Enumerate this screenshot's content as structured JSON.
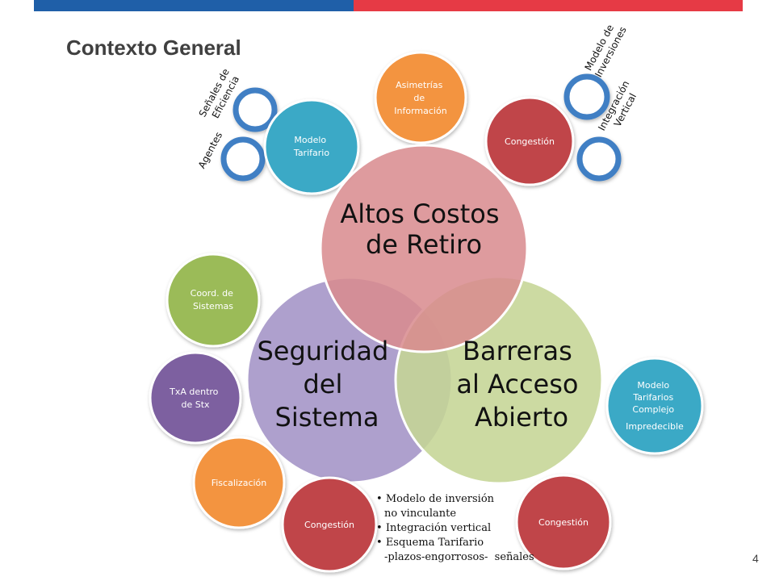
{
  "slide": {
    "title": "Contexto General",
    "page_number": "4"
  },
  "main_circles": {
    "top": [
      "Altos Costos",
      "de Retiro"
    ],
    "right": [
      "Barreras",
      "al Acceso",
      "Abierto"
    ],
    "left": [
      "Seguridad",
      "del",
      "Sistema"
    ]
  },
  "satellites": {
    "modelo_tarifario": [
      "Modelo",
      "Tarifario"
    ],
    "asimetrias": [
      "Asimetrías",
      "de",
      "Información"
    ],
    "congestion_top": [
      "Congestión"
    ],
    "coord_sistemas": [
      "Coord. de",
      "Sistemas"
    ],
    "txa_stx": [
      "TxA dentro",
      "de Stx"
    ],
    "fiscalizacion": [
      "Fiscalización"
    ],
    "congestion_bottom_left": [
      "Congestión"
    ],
    "congestion_bottom_right": [
      "Congestión"
    ],
    "modelo_tarifarios_complejo": [
      "Modelo",
      "Tarifarios",
      "Complejo",
      "Impredecible"
    ]
  },
  "ring_labels": {
    "senales": [
      "Señales de",
      "Eficiencia"
    ],
    "agentes": "Agentes",
    "modelo_inversiones": [
      "Modelo de",
      "Inversiones"
    ],
    "integracion": [
      "Integración",
      "Vertical"
    ]
  },
  "bullets": {
    "b1": "Modelo de inversión",
    "b1_cont": "no vinculante",
    "b2": "Integración vertical",
    "b3": "Esquema Tarifario",
    "b3_cont": "-plazos-engorrosos-  señales"
  },
  "colors": {
    "top_circle": "#d98b8e",
    "right_circle": "#c5d595",
    "left_circle": "#a393c6",
    "teal": "#3aa9c6",
    "orange": "#f39441",
    "red": "#c0454a",
    "green": "#9bbb59",
    "purple": "#7d60a0",
    "ring_blue": "#3f7fc4",
    "bar_blue": "#1f5fa8",
    "bar_red": "#e63a45"
  }
}
